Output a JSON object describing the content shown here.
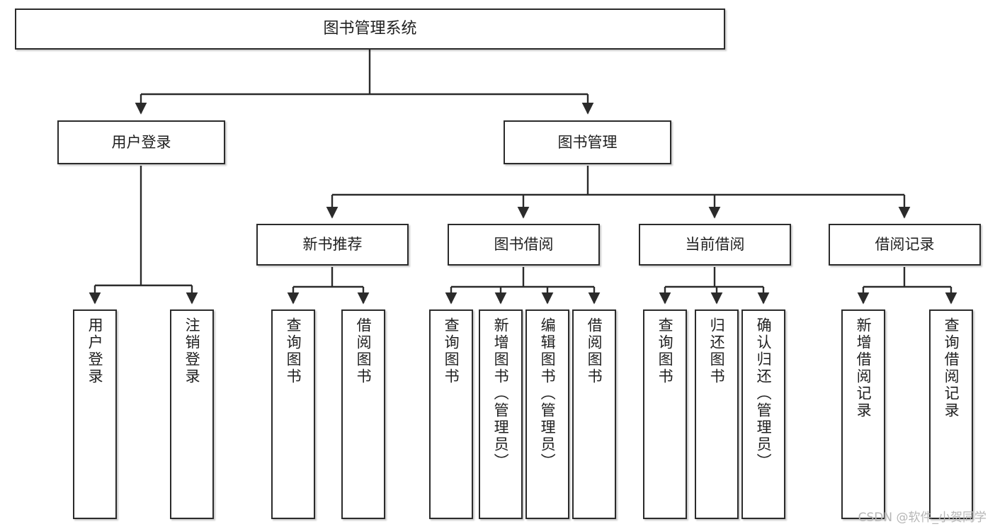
{
  "diagram": {
    "title": "图书管理系统",
    "type": "tree",
    "watermark": "CSDN @软件_小贺同学",
    "colors": {
      "box_border": "#2b2b2b",
      "box_fill": "#ffffff",
      "edge": "#2b2b2b",
      "text": "#1f1f1f",
      "watermark": "#b6b6b6",
      "background": "#ffffff"
    }
  },
  "nodes": {
    "root": {
      "label": "图书管理系统",
      "level": 1
    },
    "level2": [
      {
        "id": "user-login",
        "label": "用户登录"
      },
      {
        "id": "book-manage",
        "label": "图书管理"
      }
    ],
    "level3": [
      {
        "id": "new-book-recommend",
        "label": "新书推荐"
      },
      {
        "id": "book-borrow",
        "label": "图书借阅"
      },
      {
        "id": "current-borrow",
        "label": "当前借阅"
      },
      {
        "id": "borrow-record",
        "label": "借阅记录"
      }
    ],
    "leaves": [
      {
        "id": "leaf-user-login",
        "label": "用户登录",
        "parent": "user-login"
      },
      {
        "id": "leaf-logout",
        "label": "注销登录",
        "parent": "user-login"
      },
      {
        "id": "leaf-query-book-1",
        "label": "查询图书",
        "parent": "new-book-recommend"
      },
      {
        "id": "leaf-borrow-book-1",
        "label": "借阅图书",
        "parent": "new-book-recommend"
      },
      {
        "id": "leaf-query-book-2",
        "label": "查询图书",
        "parent": "book-borrow"
      },
      {
        "id": "leaf-add-book",
        "label": "新增图书（管理员）",
        "parent": "book-borrow"
      },
      {
        "id": "leaf-edit-book",
        "label": "编辑图书（管理员）",
        "parent": "book-borrow"
      },
      {
        "id": "leaf-borrow-book-2",
        "label": "借阅图书",
        "parent": "book-borrow"
      },
      {
        "id": "leaf-query-book-3",
        "label": "查询图书",
        "parent": "current-borrow"
      },
      {
        "id": "leaf-return-book",
        "label": "归还图书",
        "parent": "current-borrow"
      },
      {
        "id": "leaf-confirm-return",
        "label": "确认归还（管理员）",
        "parent": "current-borrow"
      },
      {
        "id": "leaf-add-record",
        "label": "新增借阅记录",
        "parent": "borrow-record"
      },
      {
        "id": "leaf-query-record",
        "label": "查询借阅记录",
        "parent": "borrow-record"
      }
    ]
  }
}
